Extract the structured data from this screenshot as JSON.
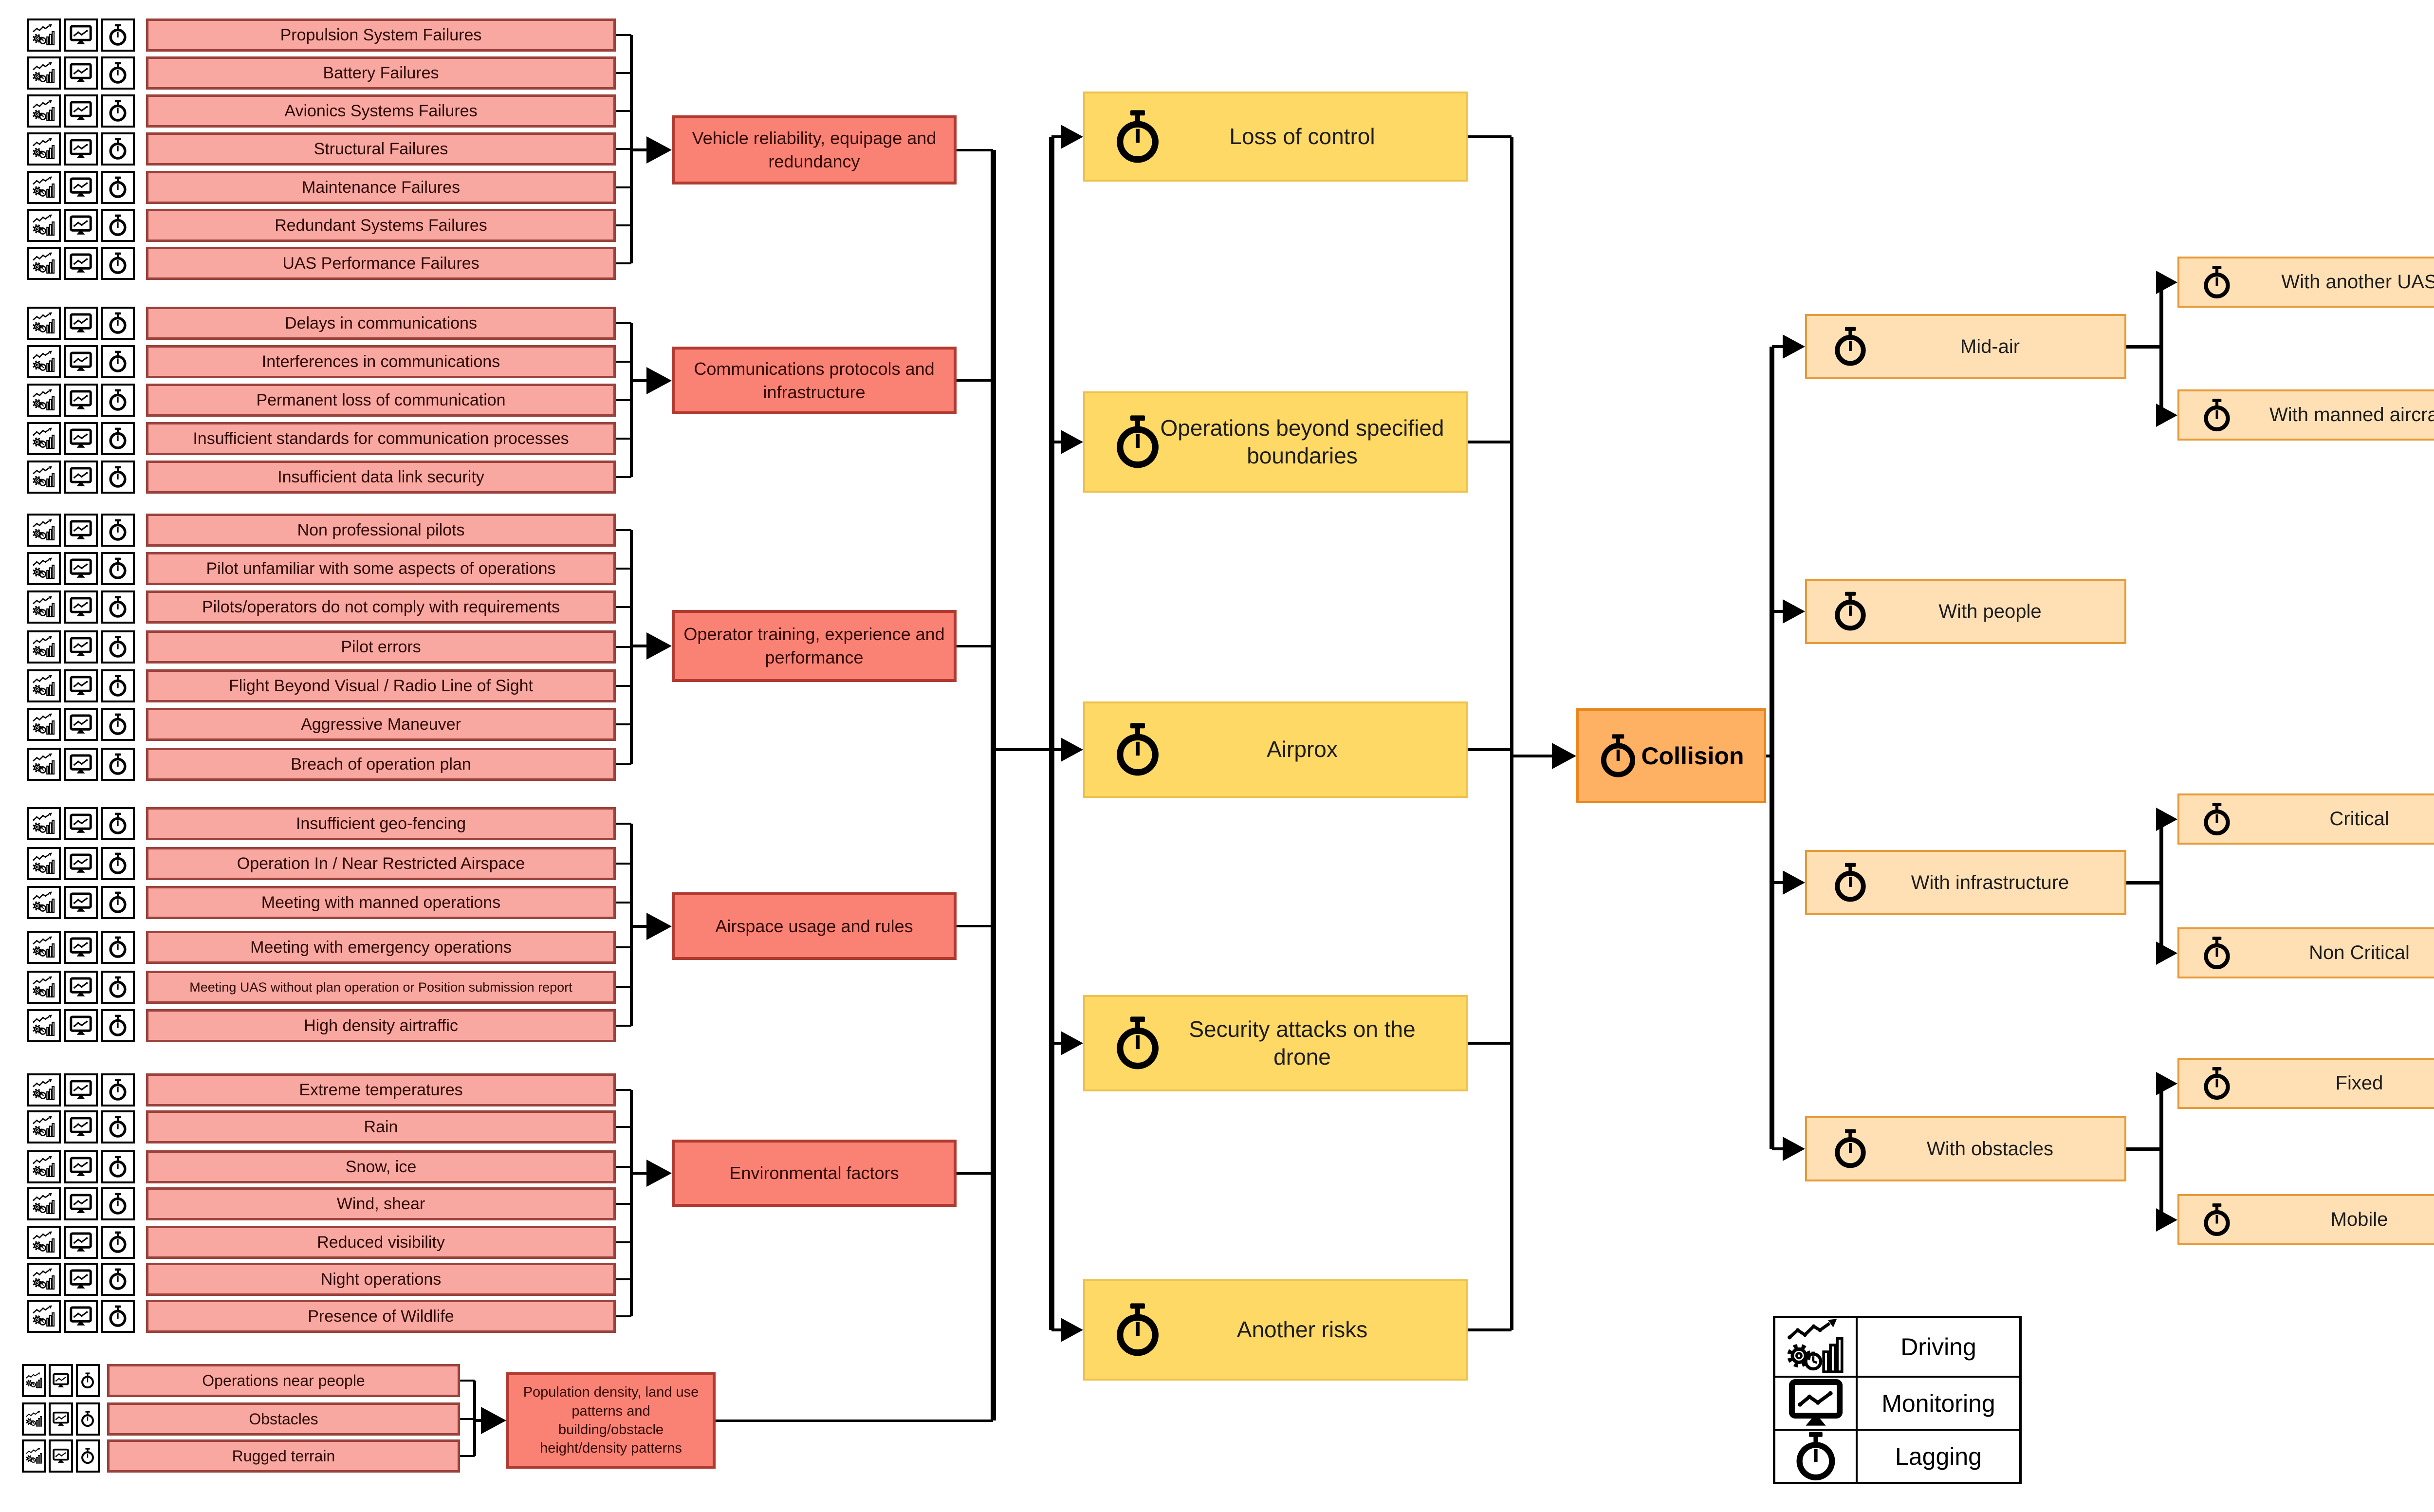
{
  "indicator_icons": [
    "driving-icon",
    "monitoring-icon",
    "lagging-icon"
  ],
  "cause_groups": [
    {
      "category": "Vehicle reliability, equipage and redundancy",
      "factors": [
        "Propulsion System Failures",
        "Battery Failures",
        "Avionics Systems Failures",
        "Structural Failures",
        "Maintenance Failures",
        "Redundant Systems Failures",
        "UAS Performance Failures"
      ]
    },
    {
      "category": "Communications protocols and infrastructure",
      "factors": [
        "Delays in communications",
        "Interferences in communications",
        "Permanent loss of communication",
        "Insufficient standards for communication processes",
        "Insufficient data link security"
      ]
    },
    {
      "category": "Operator training, experience and performance",
      "factors": [
        "Non professional pilots",
        "Pilot unfamiliar with some aspects of operations",
        "Pilots/operators do not comply with requirements",
        "Pilot errors",
        "Flight Beyond Visual / Radio Line of Sight",
        "Aggressive Maneuver",
        "Breach of operation plan"
      ]
    },
    {
      "category": "Airspace usage and rules",
      "factors": [
        "Insufficient geo-fencing",
        "Operation In / Near Restricted Airspace",
        "Meeting with manned operations",
        "Meeting with emergency operations",
        "Meeting UAS without plan operation or Position submission report",
        "High density airtraffic"
      ]
    },
    {
      "category": "Environmental factors",
      "factors": [
        "Extreme temperatures",
        "Rain",
        "Snow, ice",
        "Wind, shear",
        "Reduced visibility",
        "Night operations",
        "Presence of Wildlife"
      ]
    },
    {
      "category": "Population density, land use patterns and building/obstacle height/density  patterns",
      "factors": [
        "Operations near people",
        "Obstacles",
        "Rugged terrain"
      ]
    }
  ],
  "hazards": [
    "Loss of control",
    "Operations beyond specified boundaries",
    "Airprox",
    "Security attacks on the drone",
    "Another risks"
  ],
  "outcome": {
    "label": "Collision"
  },
  "consequences": [
    {
      "label": "Mid-air",
      "children": [
        "With another UAS",
        "With manned aircraft"
      ]
    },
    {
      "label": "With people",
      "children": []
    },
    {
      "label": "With infrastructure",
      "children": [
        "Critical",
        "Non Critical"
      ]
    },
    {
      "label": "With obstacles",
      "children": [
        "Fixed",
        "Mobile"
      ]
    }
  ],
  "legend": {
    "items": [
      {
        "icon": "driving-icon",
        "label": "Driving"
      },
      {
        "icon": "monitoring-icon",
        "label": "Monitoring"
      },
      {
        "icon": "lagging-icon",
        "label": "Lagging"
      }
    ]
  },
  "colors": {
    "factor_fill": "#f8a8a1",
    "factor_border": "#9a423b",
    "category_fill": "#f98274",
    "category_border": "#b03a30",
    "hazard_fill": "#ffd966",
    "hazard_border": "#edc14d",
    "outcome_fill": "#ffb163",
    "outcome_border": "#e8861c",
    "consequence_fill": "#ffe0b5",
    "consequence_border": "#e69a3a",
    "line": "#000000"
  }
}
